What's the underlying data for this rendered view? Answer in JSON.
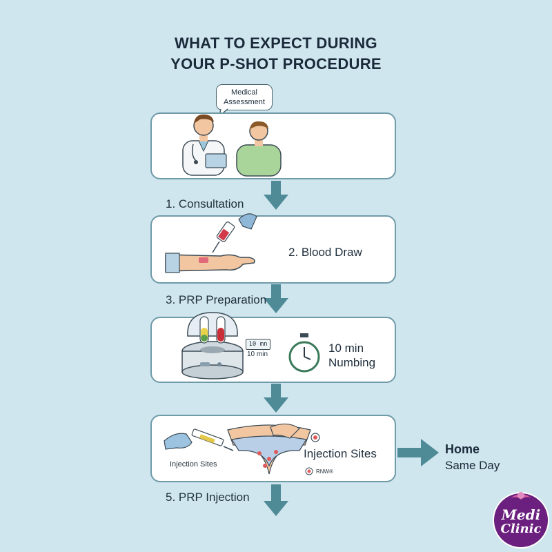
{
  "title": {
    "line1": "WHAT TO EXPECT DURING",
    "line2": "YOUR P-SHOT PROCEDURE"
  },
  "steps": {
    "consultation": {
      "bubble_line1": "Medical",
      "bubble_line2": "Assessment",
      "label": "1. Consultation"
    },
    "blood_draw": {
      "card_text": "2. Blood Draw"
    },
    "prp_preparation": {
      "label": "3. PRP Preparation",
      "timer_display": "10 mn",
      "timer_caption": "10 min",
      "numbing_line1": "10 min",
      "numbing_line2": "Numbing"
    },
    "prp_injection": {
      "injection_left_label": "Injection Sites",
      "injection_right_label": "Injection Sites",
      "marker_caption": "RNW®",
      "label": "5. PRP Injection"
    }
  },
  "home": {
    "title": "Home",
    "subtitle": "Same Day"
  },
  "logo": {
    "line1": "Medi",
    "line2": "Clinic"
  },
  "colors": {
    "background": "#cfe6ee",
    "arrow": "#4f8a97",
    "card_border": "#6f9aa8",
    "logo_purple": "#6b1f7e"
  },
  "icons": [
    "doctor-icon",
    "patient-icon",
    "syringe-icon",
    "arm-icon",
    "centrifuge-icon",
    "test-tube-icon",
    "stopwatch-icon",
    "glove-hand-icon",
    "injection-site-icon"
  ]
}
